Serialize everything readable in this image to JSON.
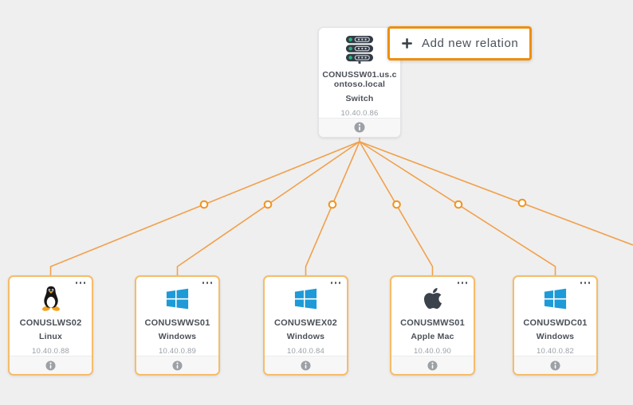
{
  "diagram": {
    "background_color": "#efefef",
    "connection_color": "#f1a04c",
    "device_border_color": "#f6bc69",
    "root_node": {
      "name": "CONUSSW01.us.contoso.local",
      "type": "Switch",
      "ip": "10.40.0.86",
      "icon": "switch-icon"
    },
    "device_nodes": [
      {
        "name": "CONUSLWS02",
        "os": "Linux",
        "ip": "10.40.0.88",
        "icon": "linux-tux-icon"
      },
      {
        "name": "CONUSWWS01",
        "os": "Windows",
        "ip": "10.40.0.89",
        "icon": "windows-icon"
      },
      {
        "name": "CONUSWEX02",
        "os": "Windows",
        "ip": "10.40.0.84",
        "icon": "windows-icon"
      },
      {
        "name": "CONUSMWS01",
        "os": "Apple Mac",
        "ip": "10.40.0.90",
        "icon": "apple-icon"
      },
      {
        "name": "CONUSWDC01",
        "os": "Windows",
        "ip": "10.40.0.82",
        "icon": "windows-icon"
      }
    ]
  },
  "add_relation_button": {
    "label": "Add new relation",
    "icon": "plus",
    "border_color": "#ee8f0e"
  },
  "colors": {
    "windows_blue": "#1d9ad7",
    "tux_orange": "#f6a21d",
    "apple_gray": "#3b424c",
    "switch_dark": "#333b46",
    "switch_led_green": "#25b57a",
    "info_gray": "#9da1a6"
  }
}
